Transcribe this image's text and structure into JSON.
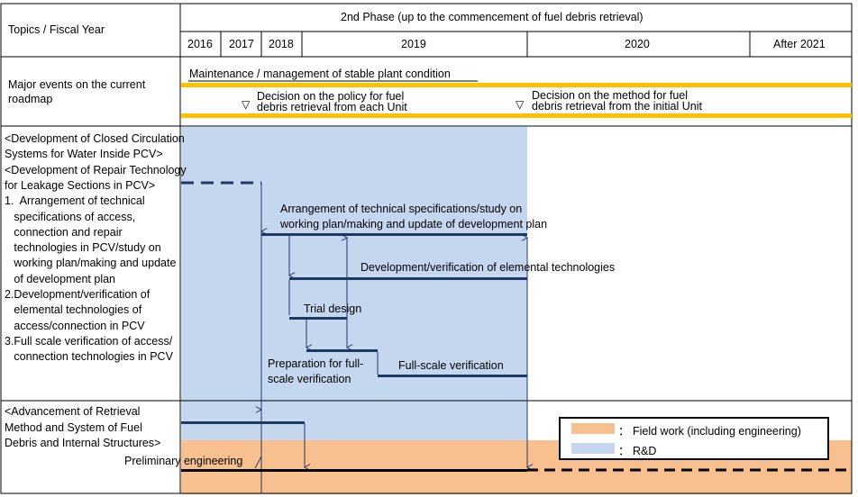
{
  "header": {
    "topics_label": "Topics / Fiscal Year",
    "phase_label": "2nd Phase (up to the commencement  of fuel debris retrieval)",
    "years": [
      "2016",
      "2017",
      "2018",
      "2019",
      "2020",
      "After 2021"
    ]
  },
  "rows": {
    "major_events": {
      "label_line1": "Major events on the current",
      "label_line2": "roadmap",
      "maintenance": "Maintenance / management of stable plant condition",
      "milestone1_line1": "Decision on the policy for fuel",
      "milestone1_line2": "debris retrieval from each Unit",
      "milestone2_line1": "Decision on the method for fuel",
      "milestone2_line2": "debris retrieval from the initial Unit",
      "milestone_marker": "▽"
    },
    "development": {
      "lines": [
        "<Development of Closed Circulation",
        "Systems for Water Inside PCV>",
        "<Development of Repair Technology",
        "for Leakage Sections in PCV>",
        "1.  Arrangement of technical",
        "   specifications of access,",
        "   connection and repair",
        "   technologies in PCV/study on",
        "   working plan/making and update",
        "   of development plan",
        "2.Development/verification of",
        "   elemental technologies of",
        "   access/connection in PCV",
        "3.Full scale verification of access/",
        "   connection technologies in PCV"
      ],
      "bar1_line1": "Arrangement of technical specifications/study on",
      "bar1_line2": "working plan/making and update of development plan",
      "bar2": "Development/verification of elemental technologies",
      "bar3": "Trial design",
      "bar4_line1": "Preparation for full-",
      "bar4_line2": "scale verification",
      "bar5": "Full-scale verification"
    },
    "retrieval": {
      "lines": [
        "<Advancement of Retrieval",
        "Method and System of Fuel",
        "Debris and Internal Structures>"
      ],
      "preliminary": "Preliminary engineering"
    }
  },
  "legend": {
    "items": [
      {
        "label": "： Field work (including engineering)",
        "color": "#f8c08f"
      },
      {
        "label": "： R&D",
        "color": "#c5d6ef"
      }
    ]
  },
  "colors": {
    "rd_fill": "#c5d6ef",
    "field_fill": "#f8c08f",
    "maintenance_bar": "#ffc000",
    "task_bar": "#1f3864",
    "grid": "#000000"
  }
}
